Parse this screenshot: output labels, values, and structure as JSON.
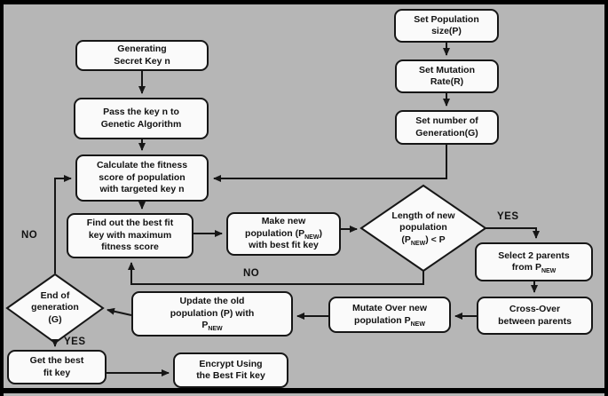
{
  "nodes": {
    "generating": {
      "line1": "Generating",
      "line2": "Secret Key n"
    },
    "pass_key": {
      "line1": "Pass the key n to",
      "line2": "Genetic Algorithm"
    },
    "calculate": {
      "line1": "Calculate the fitness",
      "line2": "score of population",
      "line3": "with targeted key n"
    },
    "find_best": {
      "line1": "Find out the best fit",
      "line2": "key with maximum",
      "line3": "fitness score"
    },
    "make_new": {
      "line1": "Make new",
      "line2_pre": "population (P",
      "line2_sub": "NEW",
      "line2_post": ")",
      "line3": "with best fit key"
    },
    "set_population": {
      "line1": "Set Population",
      "line2": "size(P)"
    },
    "set_mutation": {
      "line1": "Set Mutation",
      "line2": "Rate(R)"
    },
    "set_generation": {
      "line1": "Set number of",
      "line2": "Generation(G)"
    },
    "length_check": {
      "line1": "Length of new",
      "line2": "population",
      "line3_pre": "(P",
      "line3_sub": "NEW",
      "line3_post": ") < P"
    },
    "select_parents": {
      "line1": "Select 2 parents",
      "line2_pre": "from P",
      "line2_sub": "NEW"
    },
    "cross_over": {
      "line1": "Cross-Over",
      "line2": "between parents"
    },
    "mutate": {
      "line1": "Mutate Over new",
      "line2_pre": "population P",
      "line2_sub": "NEW"
    },
    "update": {
      "line1": "Update the old",
      "line2": "population (P) with",
      "line3_pre": "P",
      "line3_sub": "NEW"
    },
    "end_generation": {
      "line1": "End of",
      "line2": "generation",
      "line3": "(G)"
    },
    "get_best": {
      "line1": "Get the best",
      "line2": "fit key"
    },
    "encrypt": {
      "line1": "Encrypt Using",
      "line2": "the Best Fit key"
    }
  },
  "labels": {
    "no_left": "NO",
    "yes_left": "YES",
    "no_middle": "NO",
    "yes_right": "YES"
  },
  "colors": {
    "background": "#b6b6b6",
    "node_fill": "#fafafa",
    "line": "#161616",
    "frame": "#000000"
  }
}
